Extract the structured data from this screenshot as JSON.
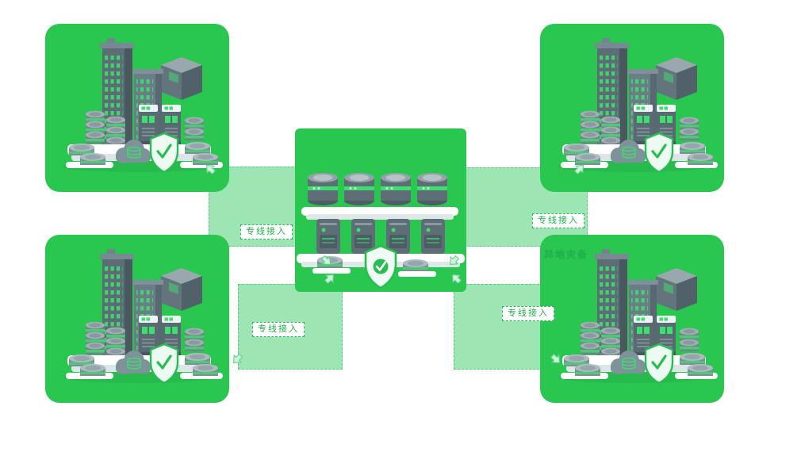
{
  "diagram": {
    "colors": {
      "site_card_green": "#29c750",
      "link_band_green": "rgba(76,210,118,0.55)",
      "label_green": "#1fb14c",
      "illustration_dark": "#5e6e76",
      "illustration_accent": "#3ede6e",
      "platform_white": "#ffffff"
    },
    "connections": {
      "top_left": {
        "label": "专线接入"
      },
      "bottom_left": {
        "label": "专线接入"
      },
      "top_right": {
        "label": "专线接入"
      },
      "bottom_right": {
        "label": "专线接入"
      },
      "remote_backup": {
        "label": "异地灾备"
      }
    }
  }
}
